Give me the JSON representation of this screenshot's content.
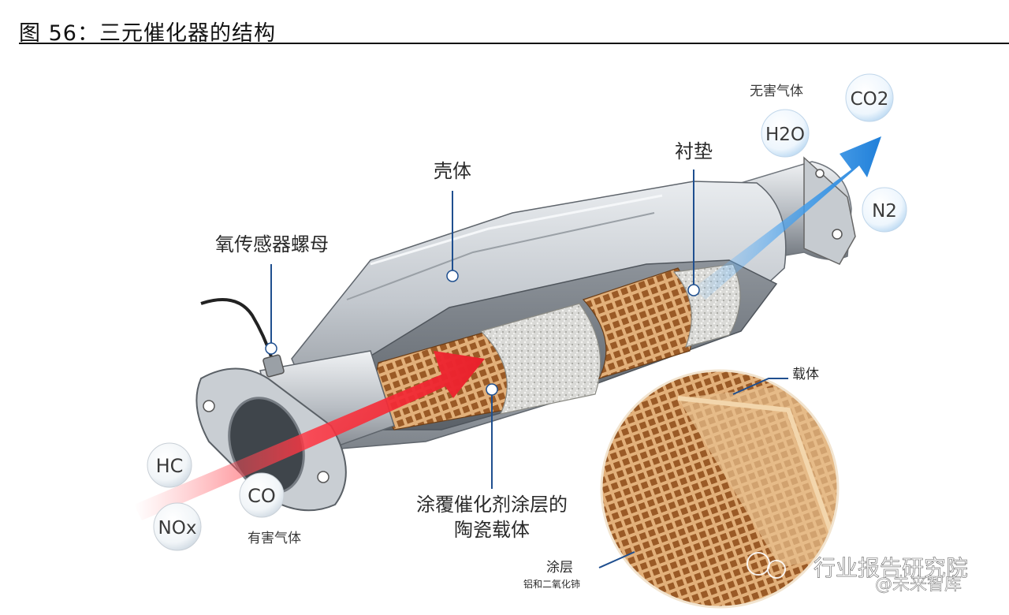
{
  "figure": {
    "title": "图 56：三元催化器的结构"
  },
  "labels": {
    "shell": "壳体",
    "liner": "衬垫",
    "o2_sensor_nut": "氧传感器螺母",
    "carrier_line1": "涂覆催化剂涂层的",
    "carrier_line2": "陶瓷载体",
    "substrate": "载体",
    "coating": "涂层",
    "coating_material": "铝和二氧化铈"
  },
  "gases": {
    "harmful_label": "有害气体",
    "harmless_label": "无害气体",
    "harmful": [
      "HC",
      "CO",
      "NOx"
    ],
    "harmless": [
      "CO2",
      "H2O",
      "N2"
    ]
  },
  "watermark": {
    "text": "行业报告研究院",
    "subtext": "@未来智库"
  },
  "colors": {
    "inlet_arrow": "#e8212b",
    "outlet_arrow": "#2f8fe0",
    "callout_line": "#1f4f8f",
    "honeycomb": "#c8864a",
    "metal": "#b9bec4"
  }
}
